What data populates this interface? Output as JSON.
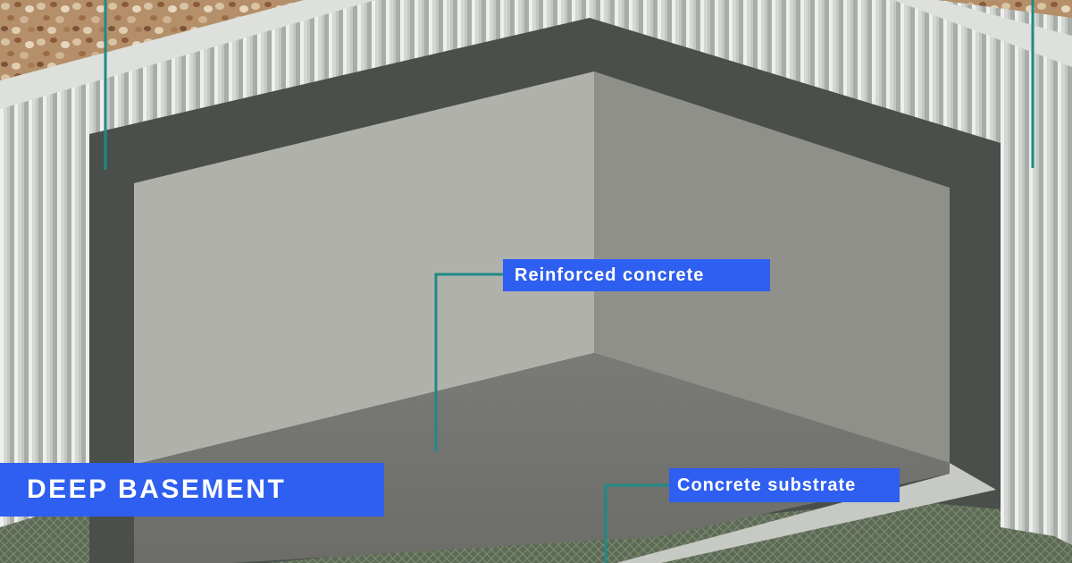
{
  "title": "DEEP BASEMENT",
  "callouts": {
    "reinforced_concrete": "Reinforced concrete",
    "concrete_substrate": "Concrete substrate"
  },
  "colors": {
    "label_background": "#2f5ff0",
    "leader_line": "#1f8a86",
    "gravel": "#b89a78",
    "waterproof_membrane": "#c9cdc8",
    "concrete_wall": "#4a4f4b",
    "inner_wall_left": "#b0b1ab",
    "inner_wall_right": "#8f908a",
    "floor": "#747470",
    "substrate": "#5c6656"
  }
}
